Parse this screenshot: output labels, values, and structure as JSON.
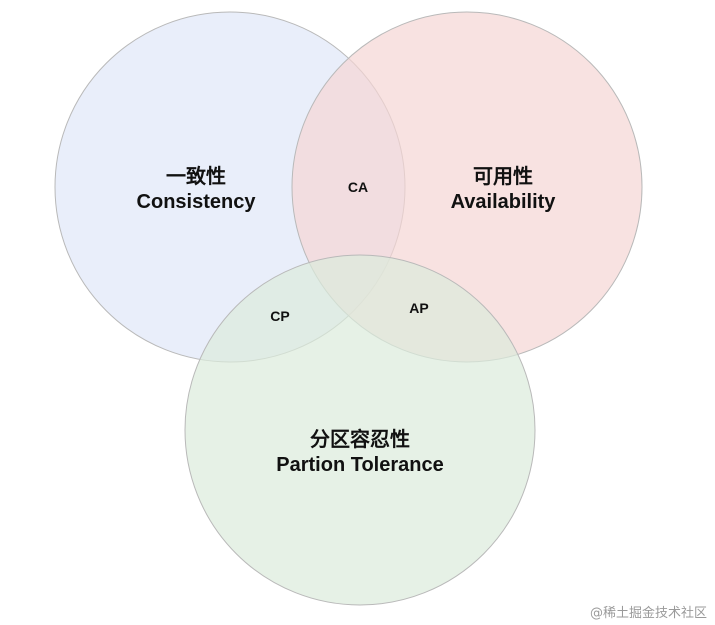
{
  "circles": [
    {
      "key": "consistency",
      "cn": "一致性",
      "en": "Consistency",
      "fill": "#dfe7f8"
    },
    {
      "key": "availability",
      "cn": "可用性",
      "en": "Availability",
      "fill": "#f5d6d4"
    },
    {
      "key": "partition",
      "cn": "分区容忍性",
      "en": "Partion Tolerance",
      "fill": "#dcebdc"
    }
  ],
  "intersections": {
    "ca": "CA",
    "cp": "CP",
    "ap": "AP"
  },
  "watermark": "@稀土掘金技术社区"
}
